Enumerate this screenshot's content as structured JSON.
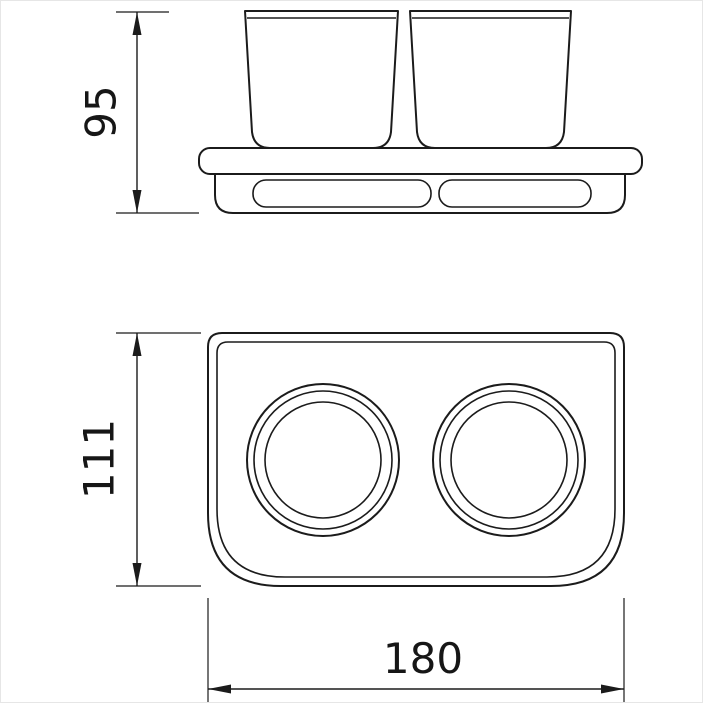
{
  "dimensions": {
    "height_label": "95",
    "depth_label": "111",
    "width_label": "180"
  },
  "style": {
    "line_color": "#1b1b1b",
    "background": "#ffffff"
  }
}
